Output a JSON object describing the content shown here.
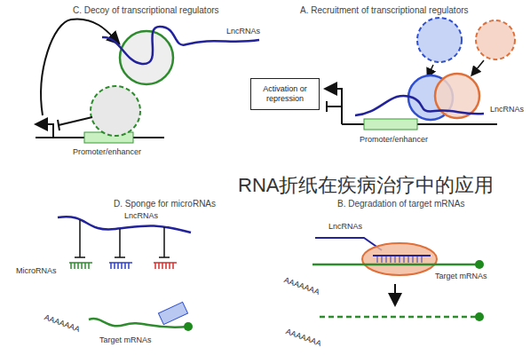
{
  "diagram": {
    "nodes": [
      {
        "text": [
          "Activation or repression"
        ]
      }
    ],
    "labels": [
      "C. Decoy of transcriptional regulators",
      "LncRNAs",
      "Promoter/enhancer",
      "A. Recruitment of transcriptional regulators",
      "LncRNAs",
      "Promoter/enhancer",
      "RNA折纸在疾病治疗中的应用",
      "D. Sponge for microRNAs",
      "LncRNAs",
      "MicroRNAs",
      "AAAAAAA",
      "Target mRNAs",
      "B. Degradation of target mRNAs",
      "LncRNAs",
      "AAAAAAA",
      "Target mRNAs",
      "AAAAAAA"
    ]
  }
}
